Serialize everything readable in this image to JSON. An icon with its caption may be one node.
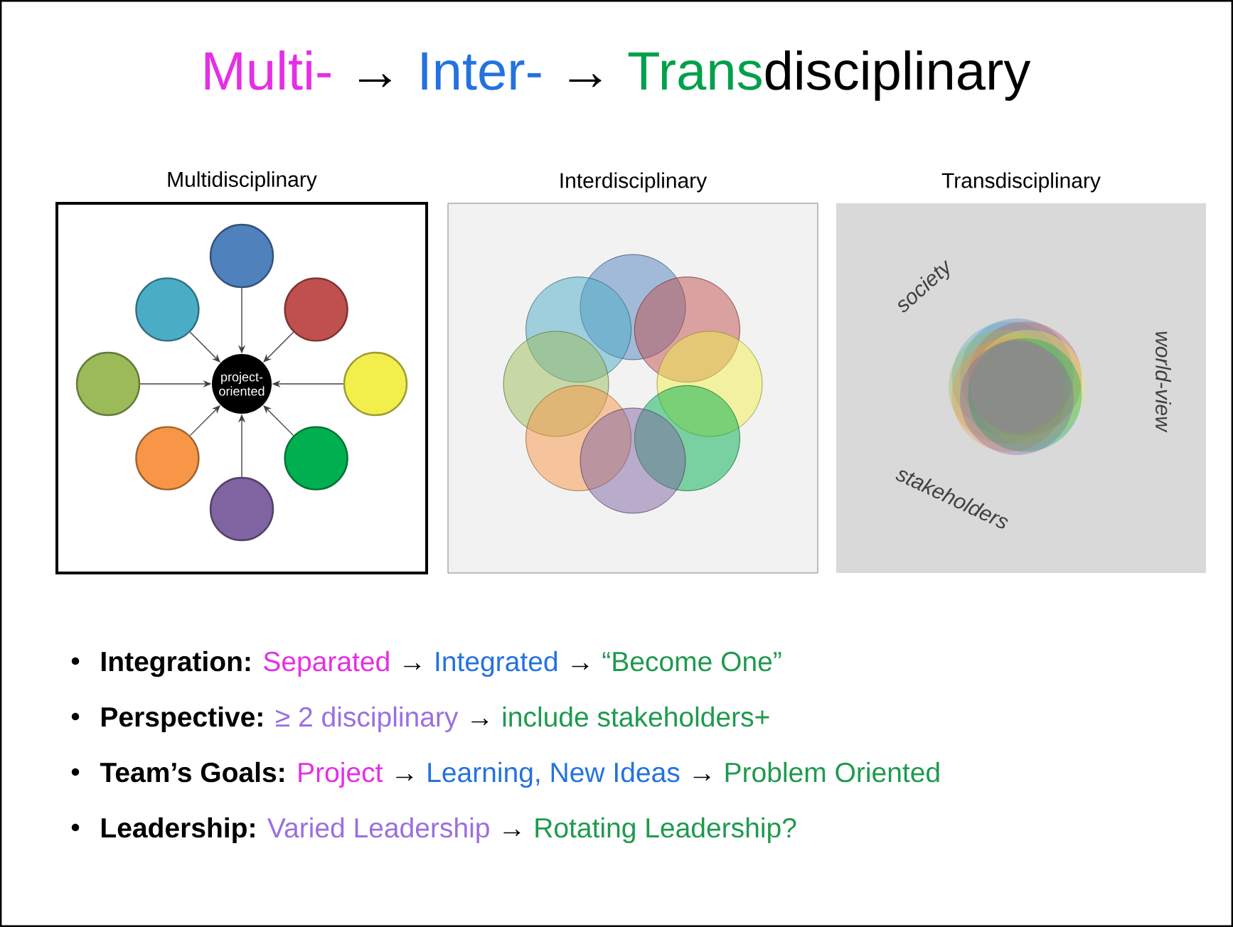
{
  "diagram": {
    "nodes": [
      {
        "text": [
          "Multidisciplinary"
        ]
      },
      {
        "text": [
          "project-oriented"
        ],
        "in": 0
      },
      {
        "text": [],
        "shape": "circle",
        "in": 0
      },
      {
        "text": [],
        "shape": "circle",
        "in": 0
      },
      {
        "text": [],
        "shape": "circle",
        "in": 0
      },
      {
        "text": [],
        "shape": "circle",
        "in": 0
      },
      {
        "text": [],
        "shape": "circle",
        "in": 0
      },
      {
        "text": [],
        "shape": "circle",
        "in": 0
      },
      {
        "text": [],
        "shape": "circle",
        "in": 0
      },
      {
        "text": [],
        "shape": "circle",
        "in": 0
      },
      {
        "text": [
          "Interdisciplinary"
        ]
      },
      {
        "text": [
          "Transdisciplinary"
        ]
      }
    ],
    "edges": [
      {
        "from": 2,
        "to": 1,
        "arrow": "to"
      },
      {
        "from": 3,
        "to": 1,
        "arrow": "to"
      },
      {
        "from": 4,
        "to": 1,
        "arrow": "to"
      },
      {
        "from": 5,
        "to": 1,
        "arrow": "to"
      },
      {
        "from": 6,
        "to": 1,
        "arrow": "to"
      },
      {
        "from": 7,
        "to": 1,
        "arrow": "to"
      },
      {
        "from": 8,
        "to": 1,
        "arrow": "to"
      },
      {
        "from": 9,
        "to": 1,
        "arrow": "to"
      }
    ],
    "labels": [
      "Multi-",
      "→",
      "Inter-",
      "→",
      "Trans",
      "disciplinary",
      "society",
      "world-view",
      "stakeholders",
      "Integration:",
      "Separated",
      "→",
      "Integrated",
      "→",
      "“Become One”",
      "Perspective:",
      "≥ 2 disciplinary",
      "→",
      "include stakeholders+",
      "Team’s Goals:",
      "Project",
      "→",
      "Learning, New Ideas",
      "→",
      "Problem Oriented",
      "Leadership:",
      "Varied Leadership",
      "→",
      "Rotating Leadership?"
    ]
  }
}
